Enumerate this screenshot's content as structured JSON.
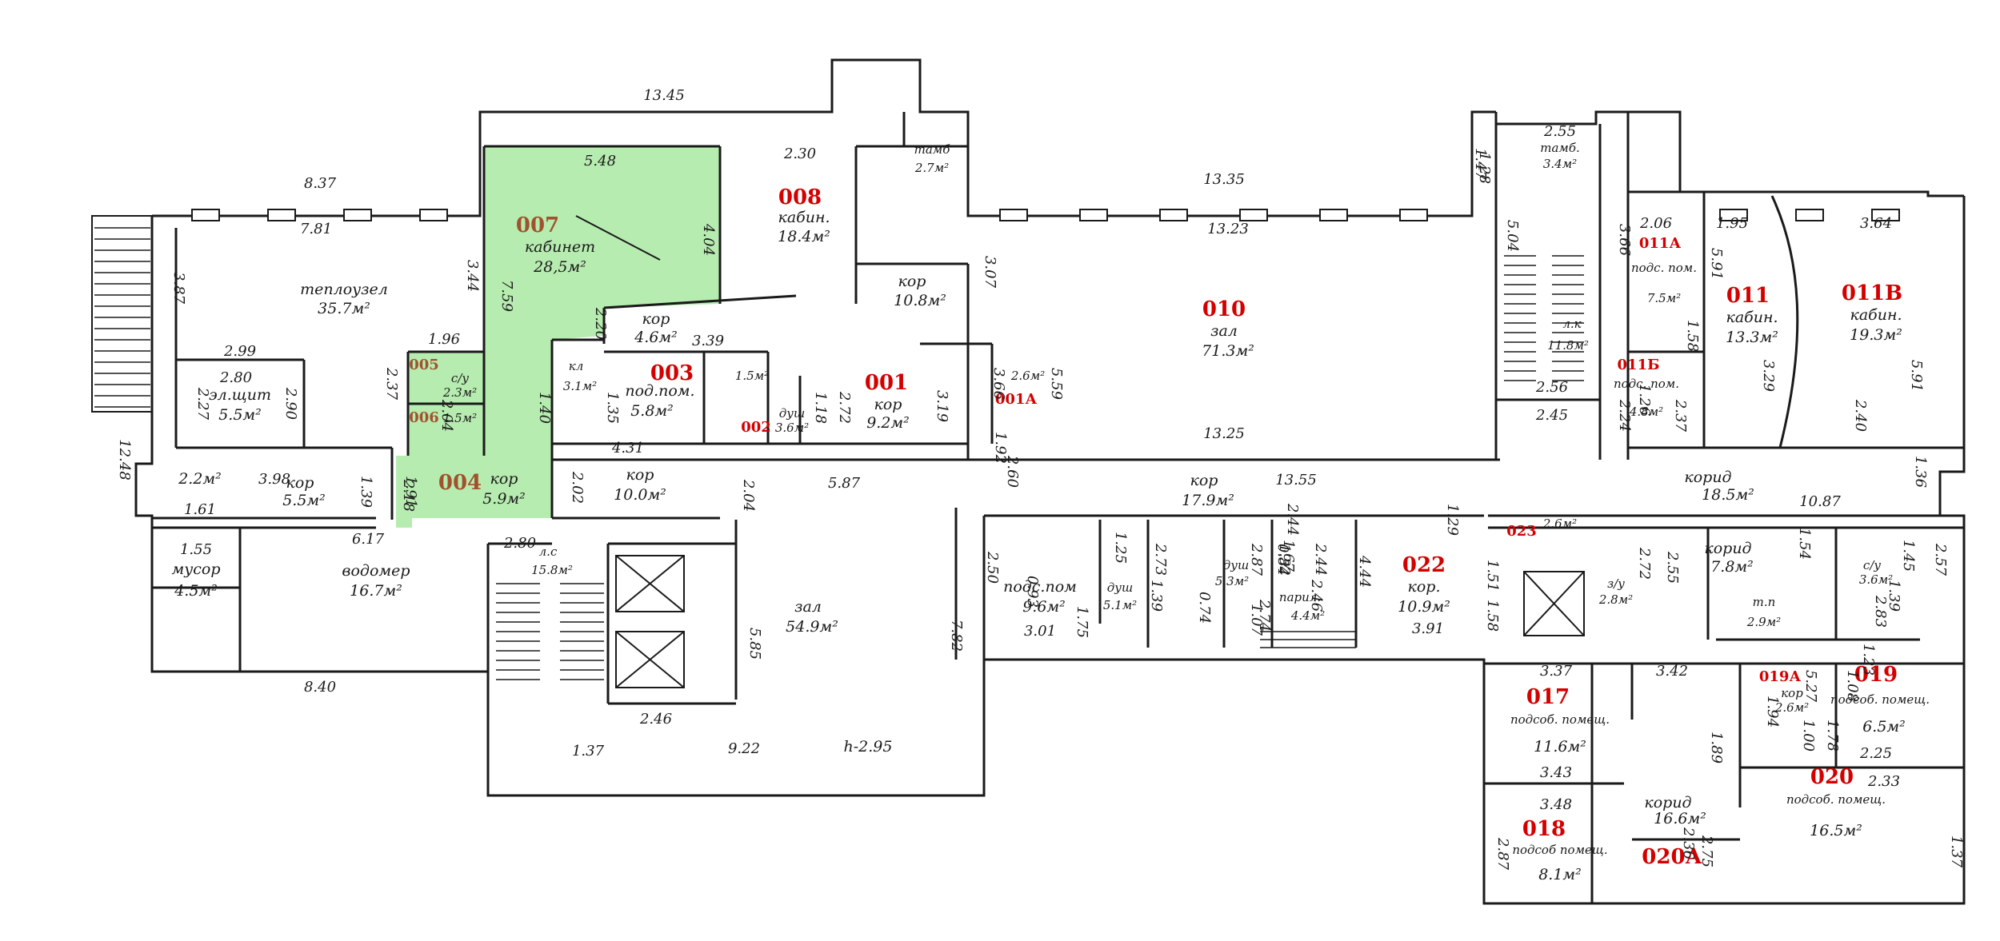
{
  "colors": {
    "highlight": "#b7ecb0",
    "room_number_red": "#d40000",
    "room_number_brown": "#a0522d",
    "line": "#1a1a1a"
  },
  "rooms": [
    {
      "id": "r001",
      "num": "001",
      "name": "кор",
      "area": "9.2м²",
      "tone": "red"
    },
    {
      "id": "r001a",
      "num": "001А",
      "name": "",
      "area": "",
      "tone": "red"
    },
    {
      "id": "r002",
      "num": "002",
      "name": "душ",
      "area": "3.6м²",
      "tone": "red"
    },
    {
      "id": "r003",
      "num": "003",
      "name": "под.пом.",
      "area": "5.8м²",
      "tone": "red"
    },
    {
      "id": "r004",
      "num": "004",
      "name": "кор",
      "area": "5.9м²",
      "tone": "brown"
    },
    {
      "id": "r005",
      "num": "005",
      "name": "с/у",
      "area": "2.3м²",
      "tone": "brown"
    },
    {
      "id": "r006",
      "num": "006",
      "name": "",
      "area": "1.5м²",
      "tone": "brown"
    },
    {
      "id": "r007",
      "num": "007",
      "name": "кабинет",
      "area": "28,5м²",
      "tone": "brown"
    },
    {
      "id": "r008",
      "num": "008",
      "name": "кабин.",
      "area": "18.4м²",
      "tone": "red"
    },
    {
      "id": "r010",
      "num": "010",
      "name": "зал",
      "area": "71.3м²",
      "tone": "red"
    },
    {
      "id": "r011",
      "num": "011",
      "name": "кабин.",
      "area": "13.3м²",
      "tone": "red"
    },
    {
      "id": "r011a",
      "num": "011А",
      "name": "подс. пом.",
      "area": "7.5м²",
      "tone": "red"
    },
    {
      "id": "r011b",
      "num": "011Б",
      "name": "подс. пом.",
      "area": "4.8м²",
      "tone": "red"
    },
    {
      "id": "r011v",
      "num": "011В",
      "name": "кабин.",
      "area": "19.3м²",
      "tone": "red"
    },
    {
      "id": "r017",
      "num": "017",
      "name": "подсоб. помещ.",
      "area": "11.6м²",
      "tone": "red"
    },
    {
      "id": "r018",
      "num": "018",
      "name": "подсоб помещ.",
      "area": "8.1м²",
      "tone": "red"
    },
    {
      "id": "r019",
      "num": "019",
      "name": "подсоб. помещ.",
      "area": "6.5м²",
      "tone": "red"
    },
    {
      "id": "r019a",
      "num": "019А",
      "name": "кор",
      "area": "2.6м²",
      "tone": "red"
    },
    {
      "id": "r020",
      "num": "020",
      "name": "подсоб. помещ.",
      "area": "16.5м²",
      "tone": "red"
    },
    {
      "id": "r020a",
      "num": "020А",
      "name": "",
      "area": "",
      "tone": "red"
    },
    {
      "id": "r022",
      "num": "022",
      "name": "кор.",
      "area": "10.9м²",
      "tone": "red"
    },
    {
      "id": "r023",
      "num": "023",
      "name": "",
      "area": "2.6м²",
      "tone": "red"
    }
  ],
  "labels": [
    {
      "id": "teplouzel",
      "name": "теплоузел",
      "area": "35.7м²"
    },
    {
      "id": "elshchit",
      "name": "эл.щит",
      "area": "5.5м²"
    },
    {
      "id": "vodomer",
      "name": "водомер",
      "area": "16.7м²"
    },
    {
      "id": "musor",
      "name": "мусор",
      "area": "4.5м²"
    },
    {
      "id": "kor-left",
      "name": "кор",
      "area": "5.5м²"
    },
    {
      "id": "kor-small",
      "name": "",
      "area": "2.2м²"
    },
    {
      "id": "kl",
      "name": "кл",
      "area": "3.1м²"
    },
    {
      "id": "kor-4-6",
      "name": "кор",
      "area": "4.6м²"
    },
    {
      "id": "kor-10-0",
      "name": "кор",
      "area": "10.0м²"
    },
    {
      "id": "kor-10-8",
      "name": "кор",
      "area": "10.8м²"
    },
    {
      "id": "tamb1",
      "name": "тамб",
      "area": "2.7м²"
    },
    {
      "id": "tamb2",
      "name": "тамб.",
      "area": "3.4м²"
    },
    {
      "id": "ls1",
      "name": "л.с",
      "area": "15.8м²"
    },
    {
      "id": "ls2",
      "name": "л.к",
      "area": "11.8м²"
    },
    {
      "id": "zal-54",
      "name": "зал",
      "area": "54.9м²"
    },
    {
      "id": "kor-17",
      "name": "кор",
      "area": "17.9м²"
    },
    {
      "id": "podspom",
      "name": "подс.пом",
      "area": "9.6м²"
    },
    {
      "id": "dush1",
      "name": "душ",
      "area": "5.1м²"
    },
    {
      "id": "dush2",
      "name": "душ",
      "area": "5.3м²"
    },
    {
      "id": "parilka",
      "name": "парил.",
      "area": "4.4м²"
    },
    {
      "id": "korid-18",
      "name": "корид",
      "area": "18.5м²"
    },
    {
      "id": "korid-7",
      "name": "корид",
      "area": "7.8м²"
    },
    {
      "id": "su-right",
      "name": "с/у",
      "area": "3.6м²"
    },
    {
      "id": "tp",
      "name": "т.п",
      "area": "2.9м²"
    },
    {
      "id": "zu",
      "name": "з/у",
      "area": "2.8м²"
    },
    {
      "id": "korid-16",
      "name": "корид",
      "area": "16.6м²"
    },
    {
      "id": "h-mark",
      "name": "h-2.95",
      "area": ""
    },
    {
      "id": "area-22",
      "name": "",
      "area": "2.6м²"
    },
    {
      "id": "area-1-5",
      "name": "",
      "area": "1.5м²"
    }
  ],
  "dimensions": {
    "top": [
      "13.45",
      "8.37",
      "5.48",
      "2.30",
      "13.35",
      "2.55"
    ],
    "inner_top": [
      "7.81",
      "13.23",
      "2.06",
      "1.95",
      "3.64"
    ],
    "middle": [
      "2.99",
      "2.80",
      "1.96",
      "3.39",
      "4.31",
      "13.25",
      "2.56",
      "2.45",
      "13.55",
      "10.87"
    ],
    "lower": [
      "3.98",
      "1.61",
      "1.55",
      "6.17",
      "2.80",
      "5.87",
      "3.01",
      "3.91",
      "3.37",
      "3.42",
      "3.43",
      "3.48",
      "2.25",
      "2.33"
    ],
    "bottom": [
      "8.40",
      "2.46",
      "9.22",
      "1.37"
    ],
    "misc": [
      "3.87",
      "3.44",
      "7.59",
      "4.04",
      "3.07",
      "5.59",
      "5.04",
      "3.66",
      "5.91",
      "3.29",
      "5.91",
      "12.48",
      "1.39",
      "2.02",
      "2.04",
      "5.85",
      "7.82",
      "2.50",
      "1.25",
      "2.44",
      "4.44",
      "1.51",
      "1.58",
      "2.72",
      "2.55",
      "1.36",
      "1.45",
      "2.57",
      "1.39",
      "2.83",
      "1.23",
      "1.35",
      "1.40",
      "2.20",
      "1.18",
      "3.19",
      "1.92",
      "3.66",
      "2.72",
      "1.26",
      "1.58",
      "2.40",
      "2.37",
      "2.24",
      "2.27",
      "2.90",
      "2.37",
      "2.04",
      "1.91",
      "2.18",
      "2.60",
      "1.75",
      "1.39",
      "1.29",
      "2.73",
      "2.87",
      "1.28",
      "0.93",
      "2.46",
      "2.44",
      "1.32",
      "2.74",
      "1.67",
      "1.54",
      "1.08",
      "5.27",
      "1.94",
      "1.89",
      "2.36",
      "2.75",
      "2.87",
      "1.37",
      "1.78",
      "1.00",
      "1.47",
      "0.84",
      "0.74",
      "1.07"
    ]
  }
}
